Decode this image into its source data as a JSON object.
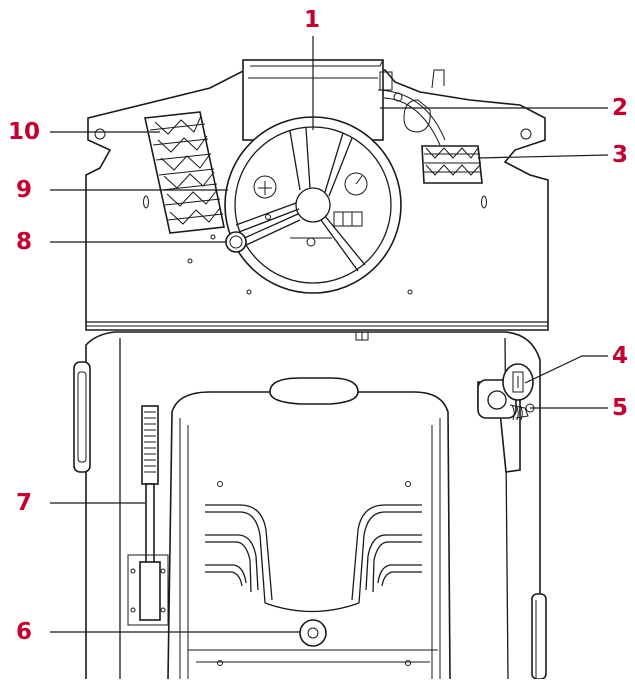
{
  "accent_color": "#c3002f",
  "callouts": [
    {
      "id": 1,
      "label": "1"
    },
    {
      "id": 2,
      "label": "2"
    },
    {
      "id": 3,
      "label": "3"
    },
    {
      "id": 4,
      "label": "4"
    },
    {
      "id": 5,
      "label": "5"
    },
    {
      "id": 6,
      "label": "6"
    },
    {
      "id": 7,
      "label": "7"
    },
    {
      "id": 8,
      "label": "8"
    },
    {
      "id": 9,
      "label": "9"
    },
    {
      "id": 10,
      "label": "10"
    }
  ],
  "parts": {
    "steering_wheel": "steering-wheel",
    "accelerator_pedal": "accelerator-pedal",
    "brake_pedal": "brake-pedal",
    "ignition_key": "ignition-key",
    "seat": "operator-seat",
    "hand_lever": "hand-lever"
  }
}
